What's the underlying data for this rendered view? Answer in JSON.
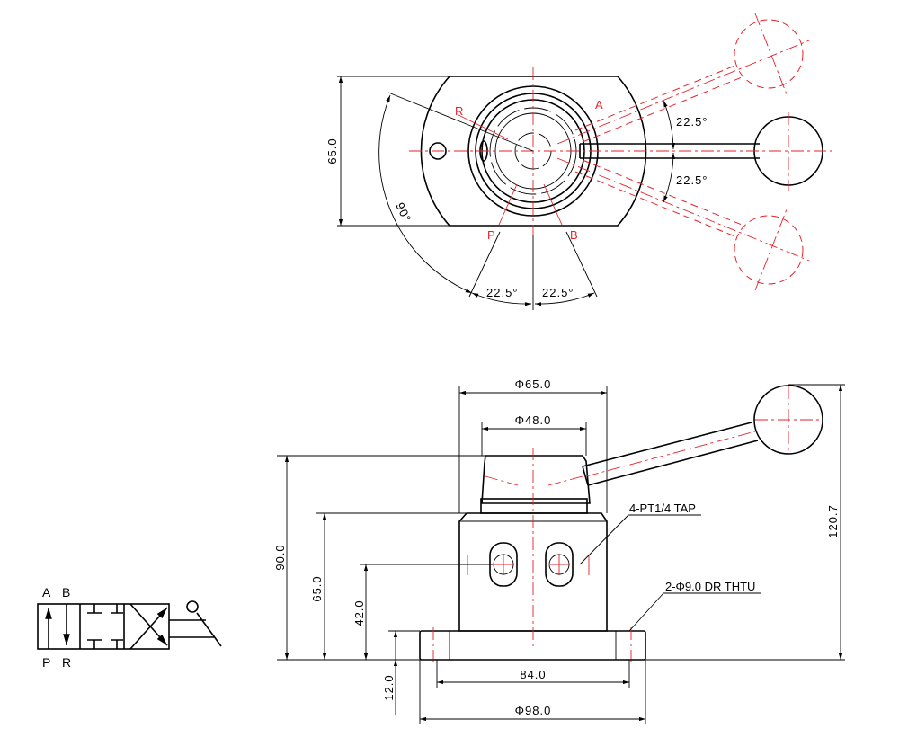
{
  "top_view": {
    "port_labels": {
      "R": "R",
      "A": "A",
      "P": "P",
      "B": "B"
    },
    "dims": {
      "height": "65.0",
      "rotation": "90°",
      "angle_left": "22.5°",
      "angle_right": "22.5°",
      "angle_up": "22.5°",
      "angle_down": "22.5°"
    }
  },
  "front_view": {
    "dims": {
      "dia_body": "Φ65.0",
      "dia_cap": "Φ48.0",
      "h_total": "90.0",
      "h_body": "65.0",
      "h_port": "42.0",
      "h_base": "12.0",
      "hole_pitch": "84.0",
      "dia_base": "Φ98.0",
      "h_handle": "120.7"
    },
    "notes": {
      "ports": "4-PT1/4 TAP",
      "holes": "2-Φ9.0 DR THTU"
    }
  },
  "symbol": {
    "A": "A",
    "B": "B",
    "P": "P",
    "R": "R"
  },
  "colors": {
    "line": "#000000",
    "center": "#e8222a"
  }
}
